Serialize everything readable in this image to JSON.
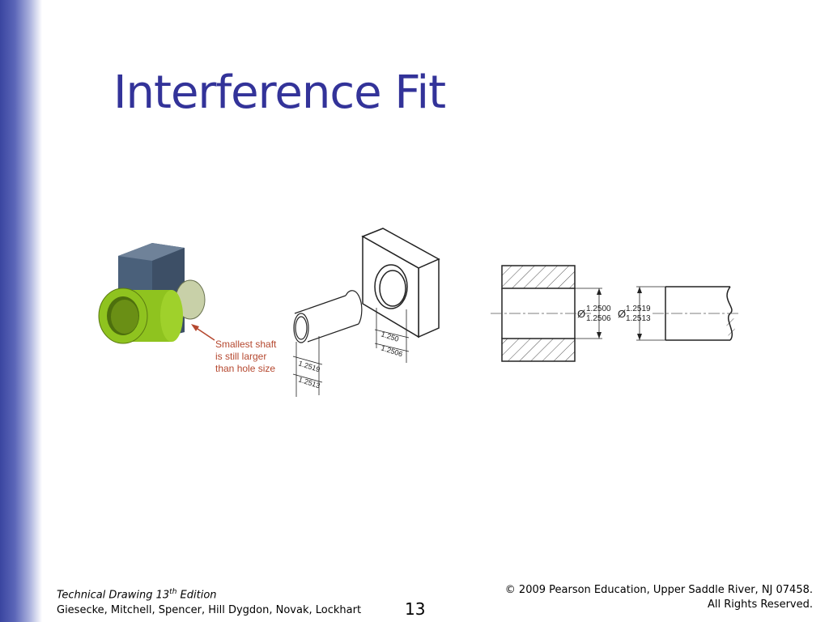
{
  "slide": {
    "title": "Interference Fit",
    "page_number": "13"
  },
  "figure": {
    "callout": [
      "Smallest shaft",
      "is still larger",
      "than hole size"
    ],
    "hole_dims": [
      "1.250",
      "1.2506"
    ],
    "shaft_dims": [
      "1.2519",
      "1.2513"
    ],
    "section_hole": [
      "1.2500",
      "1.2506"
    ],
    "section_shaft": [
      "1.2519",
      "1.2513"
    ],
    "diameter_symbol": "Ø"
  },
  "footer": {
    "book_title": "Technical Drawing  13",
    "edition_sup": "th",
    "edition_word": " Edition",
    "authors": "Giesecke, Mitchell, Spencer, Hill Dygdon, Novak, Lockhart",
    "copyright": "© 2009 Pearson Education, Upper Saddle River, NJ 07458.",
    "rights": "All Rights Reserved."
  },
  "colors": {
    "title": "#333399",
    "callout_text": "#b5482f",
    "shaft_green": "#8fc31f",
    "block_slate": "#4a607a"
  }
}
